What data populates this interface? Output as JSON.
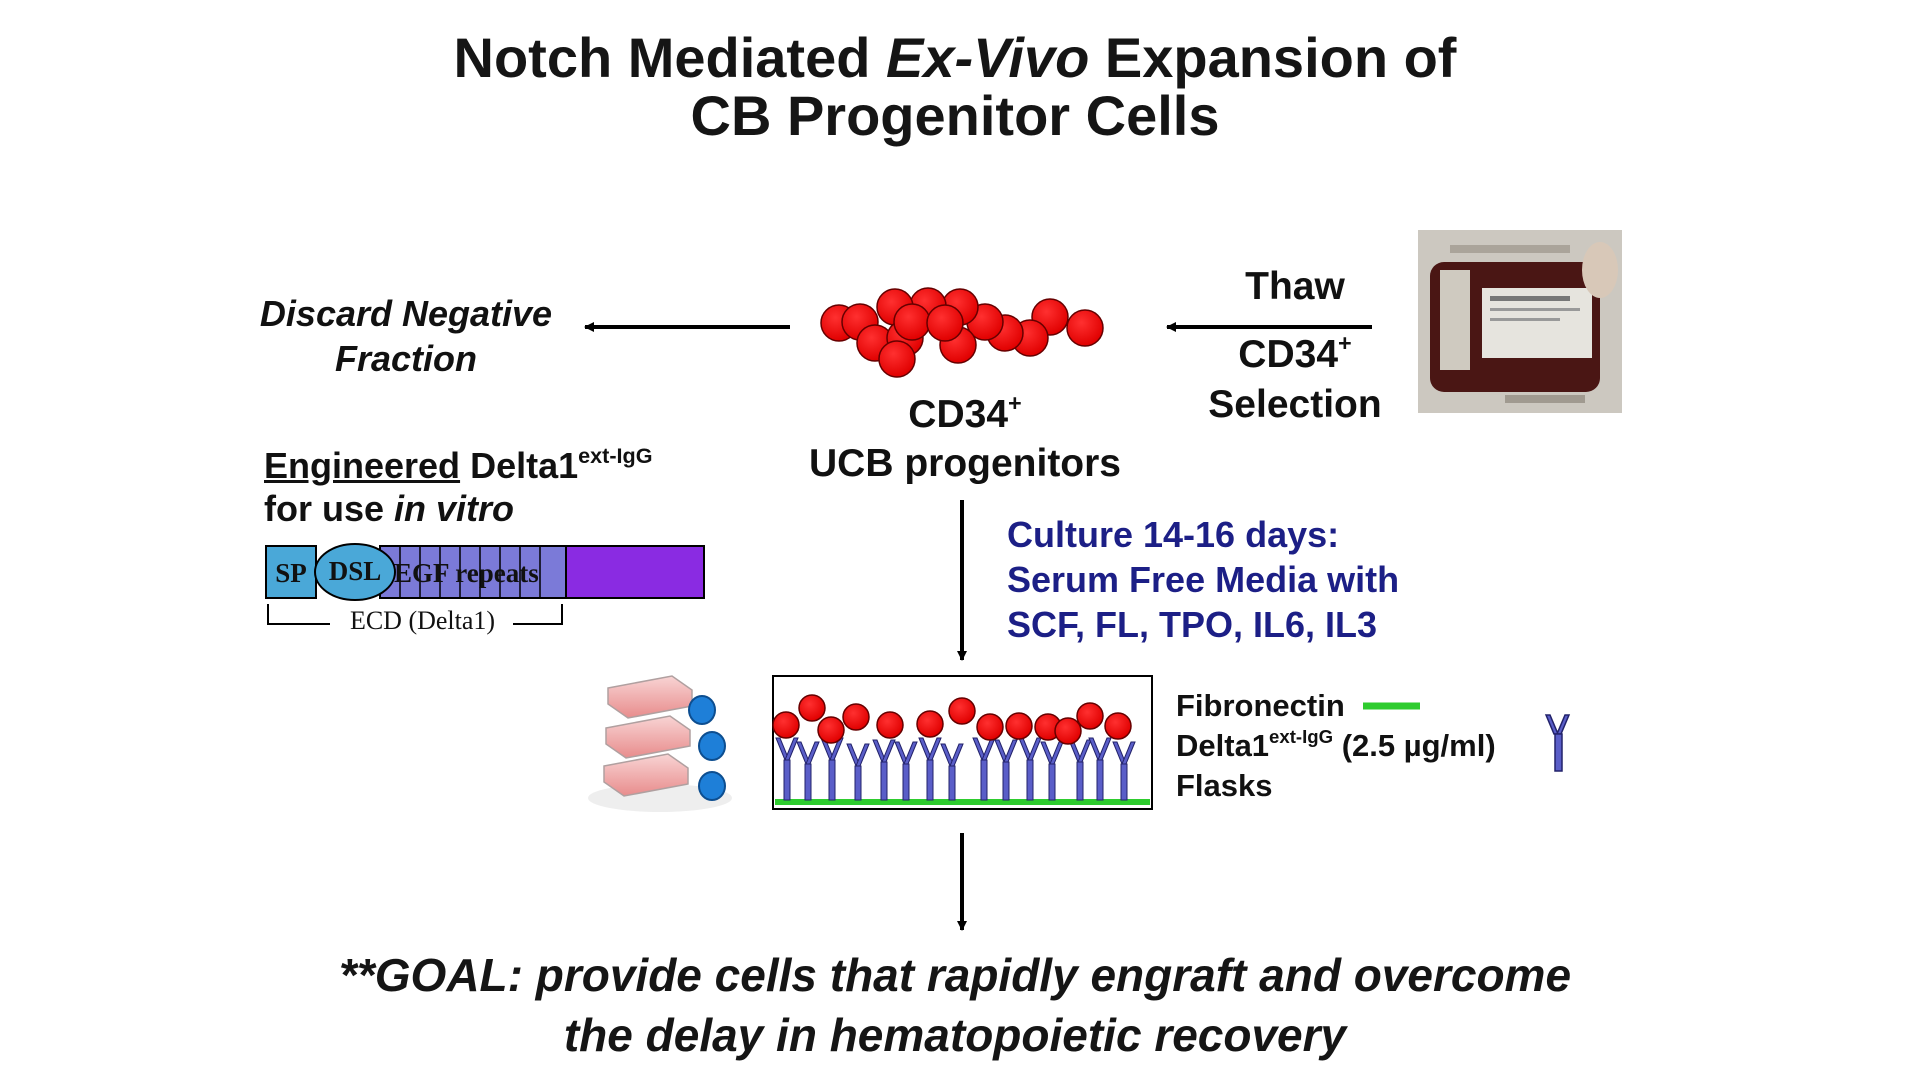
{
  "title": {
    "line1_pre": "Notch Mediated ",
    "line1_ital": "Ex-Vivo",
    "line1_post": " Expansion of",
    "line2": "CB Progenitor Cells"
  },
  "discard": {
    "line1": "Discard Negative",
    "line2": "Fraction"
  },
  "thaw": {
    "label": "Thaw",
    "selection_main": "CD34",
    "selection_sup": "+",
    "selection_line2": "Selection"
  },
  "progenitors": {
    "main": "CD34",
    "sup": "+",
    "line2": "UCB progenitors"
  },
  "engineered": {
    "underlined": "Engineered",
    "name": " Delta1",
    "sup": "ext-IgG",
    "line2_pre": "for use ",
    "line2_ital": "in vitro"
  },
  "construct": {
    "sp": "SP",
    "dsl": "DSL",
    "egf": "EGF repeats",
    "ecd": "ECD (Delta1)"
  },
  "culture": {
    "line1": "Culture  14-16 days:",
    "line2": "Serum Free Media with",
    "line3": "SCF, FL, TPO, IL6, IL3"
  },
  "legend": {
    "fibronectin": "Fibronectin",
    "delta_main": "Delta1",
    "delta_sup": "ext-IgG",
    "delta_conc": " (2.5 µg/ml)",
    "flasks": "Flasks"
  },
  "goal": {
    "line1": "**GOAL: provide cells that rapidly engraft and overcome",
    "line2": "the delay in hematopoietic recovery"
  },
  "colors": {
    "cell_red": "#ee0000",
    "antibody_blue": "#5a5ec8",
    "fibronectin_green": "#2ecc2e",
    "culture_text_blue": "#1c1f86",
    "sp_box": "#4aa8d8",
    "igg_purple": "#8a2be2"
  }
}
